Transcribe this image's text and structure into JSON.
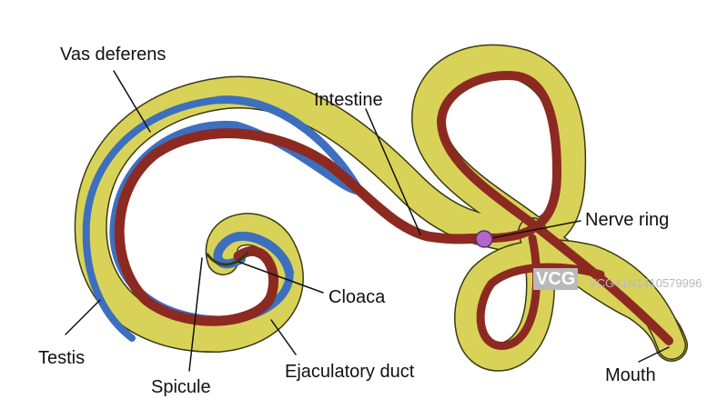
{
  "labels": {
    "vas_deferens": "Vas deferens",
    "intestine": "Intestine",
    "nerve_ring": "Nerve ring",
    "cloaca": "Cloaca",
    "testis": "Testis",
    "spicule": "Spicule",
    "ejaculatory_duct": "Ejaculatory duct",
    "mouth": "Mouth"
  },
  "watermark": {
    "logo": "VCG",
    "text": "VCG41N1410579996"
  },
  "colors": {
    "body": "#d9d259",
    "body_outline": "#3a3a12",
    "intestine": "#8c2a22",
    "reproductive": "#3d6fbf",
    "nerve_ring": "#b266c9",
    "leader_line": "#111111"
  }
}
